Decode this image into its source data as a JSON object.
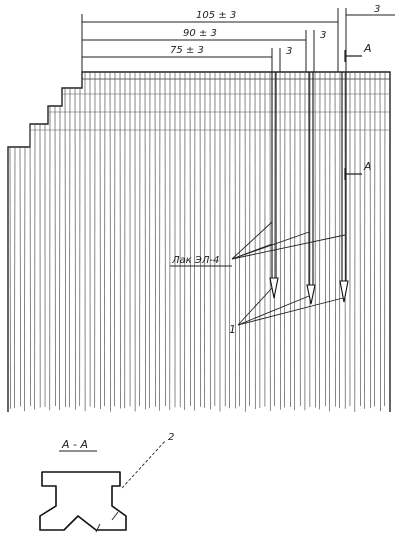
{
  "dimensions": {
    "d105": "105 ± 3",
    "d90": "90 ± 3",
    "d75": "75 ± 3",
    "gap_top": "3",
    "gap_90": "3",
    "gap_75": "3"
  },
  "section_marks": {
    "upper": "А",
    "lower": "А"
  },
  "callouts": {
    "lacquer": "Лак ЭЛ-4",
    "item_1": "1",
    "item_2": "2"
  },
  "section_view": {
    "title": "А - А"
  }
}
